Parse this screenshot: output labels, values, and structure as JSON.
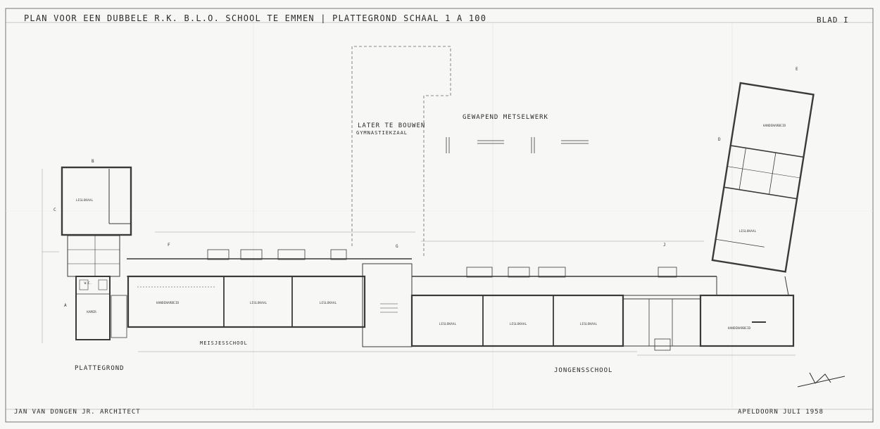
{
  "sheet": {
    "title": "PLAN VOOR EEN DUBBELE R.K. B.L.O. SCHOOL TE EMMEN | PLATTEGROND SCHAAL 1 A 100",
    "sheet_no": "BLAD I",
    "architect": "JAN VAN DONGEN JR. ARCHITECT",
    "place_date": "APELDOORN JULI 1958"
  },
  "labels": {
    "plattegrond": "PLATTEGROND",
    "meisjesschool": "MEISJESSCHOOL",
    "jongensschool": "JONGENSSCHOOL",
    "later_line1": "LATER TE BOUWEN",
    "later_line2": "GYMNASTIEKZAAL",
    "gewapend": "GEWAPEND METSELWERK"
  },
  "sections": [
    "A",
    "B",
    "C",
    "D",
    "E",
    "F",
    "G",
    "J"
  ],
  "rooms": {
    "leslokaal": "LESLOKAAL",
    "handenarbeid": "HANDENARBEID",
    "kamer": "KAMER",
    "wc": "W.C."
  },
  "colors": {
    "paper": "#f7f7f5",
    "ink": "#2a2a2a",
    "wall": "#3a3a3a",
    "grid": "#cfcfcf"
  }
}
